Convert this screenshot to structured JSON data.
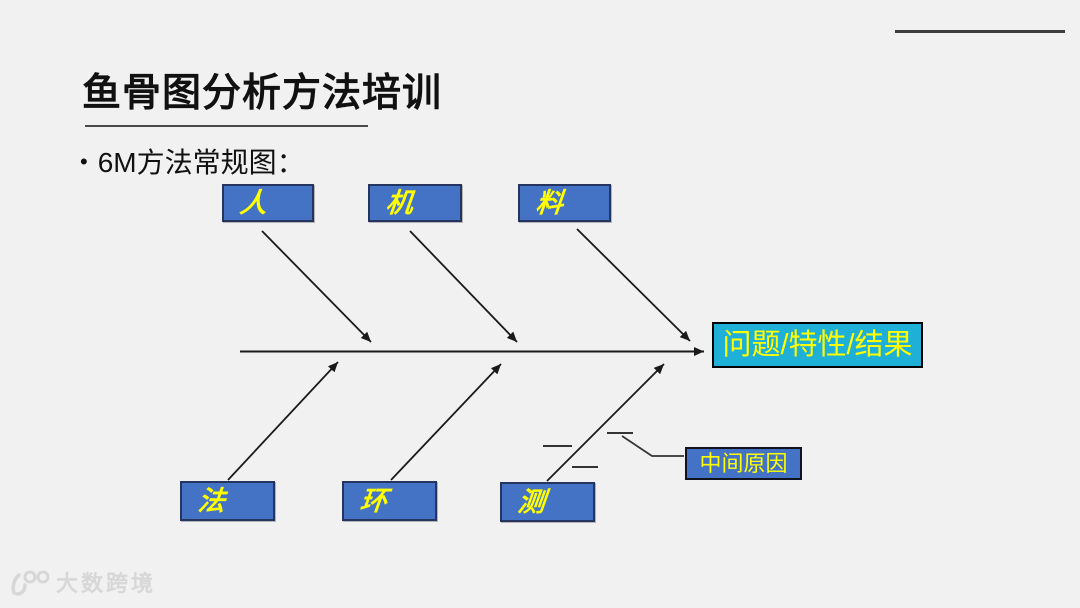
{
  "slide": {
    "title": "鱼骨图分析方法培训",
    "bullet_marker": "•",
    "bullet_text": "6M方法常规图："
  },
  "fishbone": {
    "top_causes": [
      "人",
      "机",
      "料"
    ],
    "bottom_causes": [
      "法",
      "环",
      "测"
    ],
    "effect_label": "问题/特性/结果",
    "callout_label": "中间原因"
  },
  "watermark": {
    "text": "大数跨境"
  },
  "colors": {
    "slide_background": "#f1f1f2",
    "cause_box_fill": "#4472c4",
    "cause_box_border": "#26355f",
    "cause_text": "#ffff00",
    "effect_box_fill": "#1fb0d8",
    "effect_box_border": "#000000",
    "effect_text": "#ffff00",
    "callout_box_fill": "#4472c4",
    "callout_text": "#ffff00",
    "line_color": "#1a1a1a",
    "watermark_color": "#d7d7d8"
  }
}
